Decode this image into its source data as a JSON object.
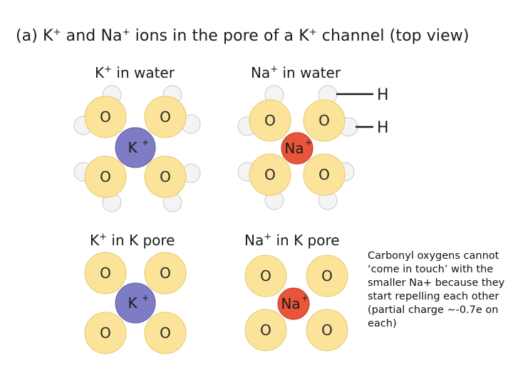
{
  "title": {
    "prefix": "(a) K",
    "ion_sup": "+",
    "mid": " and Na",
    "ion_sup2": "+",
    "rest": " ions in the pore of a K",
    "ion_sup3": "+",
    "end": " channel (top view)"
  },
  "panels": [
    {
      "id": "k-water",
      "label_ion": "K",
      "label_sup": "+",
      "label_rest": " in water",
      "ion": "K",
      "ion_sup": "+",
      "ion_color": "#7d7cc4"
    },
    {
      "id": "na-water",
      "label_ion": "Na",
      "label_sup": "+",
      "label_rest": " in water",
      "ion": "Na",
      "ion_sup": "+",
      "ion_color": "#e8553a"
    },
    {
      "id": "k-pore",
      "label_ion": "K",
      "label_sup": "+",
      "label_rest": " in K pore",
      "ion": "K",
      "ion_sup": "+",
      "ion_color": "#7d7cc4"
    },
    {
      "id": "na-pore",
      "label_ion": "Na",
      "label_sup": "+",
      "label_rest": " in K pore",
      "ion": "Na",
      "ion_sup": "+",
      "ion_color": "#e8553a"
    }
  ],
  "oxygen_label": "O",
  "hydrogen_label": "H",
  "note": "Carbonyl oxygens cannot ‘come in touch’ with the smaller Na+ because they start repelling each other (partial charge ~-0.7e on each)",
  "colors": {
    "oxygen": "#fbe49a",
    "hydrogen": "#f4f4f4",
    "k_ion": "#7d7cc4",
    "na_ion": "#e8553a"
  }
}
